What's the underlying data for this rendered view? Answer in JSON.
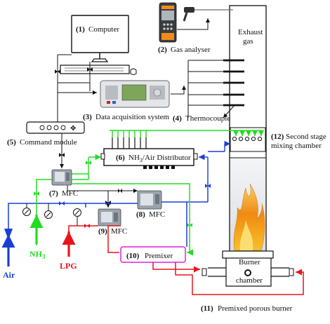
{
  "colors": {
    "black": "#111111",
    "green": "#22dd22",
    "blue": "#1a3fd6",
    "red": "#e8141c",
    "magenta": "#e020e0",
    "flame_orange": "#f2a21a",
    "chamber_fill": "#e8eaed"
  },
  "labels": {
    "computer_num": "(1)",
    "computer": "Computer",
    "gas_analyser_num": "(2)",
    "gas_analyser": "Gas analyser",
    "exhaust": "Exhaust",
    "gas": "gas",
    "daq_num": "(3)",
    "daq": "Data acquisition system",
    "thermocouple_num": "(4)",
    "thermocouple": "Thermocouple",
    "command_num": "(5)",
    "command": "Command module",
    "distributor_num": "(6)",
    "distributor": "NH",
    "distributor_sub": "3",
    "distributor_rest": "/Air Distributor",
    "mfc7_num": "(7)",
    "mfc7": "MFC",
    "mfc8_num": "(8)",
    "mfc8": "MFC",
    "mfc9_num": "(9)",
    "mfc9": "MFC",
    "premixer_num": "(10)",
    "premixer": "Premixer",
    "burner_num": "(11)",
    "burner": "Premixed porous burner",
    "mixing_num": "(12)",
    "mixing_line1": "Second stage",
    "mixing_line2": "mixing chamber",
    "burner_chamber_1": "Burner",
    "burner_chamber_2": "chamber",
    "air": "Air",
    "nh3": "NH",
    "nh3_sub": "3",
    "lpg": "LPG"
  },
  "icons": [
    "computer-monitor-icon",
    "gas-analyser-device-icon",
    "gas-probe-icon",
    "daq-device-icon",
    "command-module-icon",
    "mfc-device-icon",
    "valve-icon",
    "pressure-gauge-icon",
    "flame-icon",
    "gas-cylinder-arrow-icon"
  ]
}
